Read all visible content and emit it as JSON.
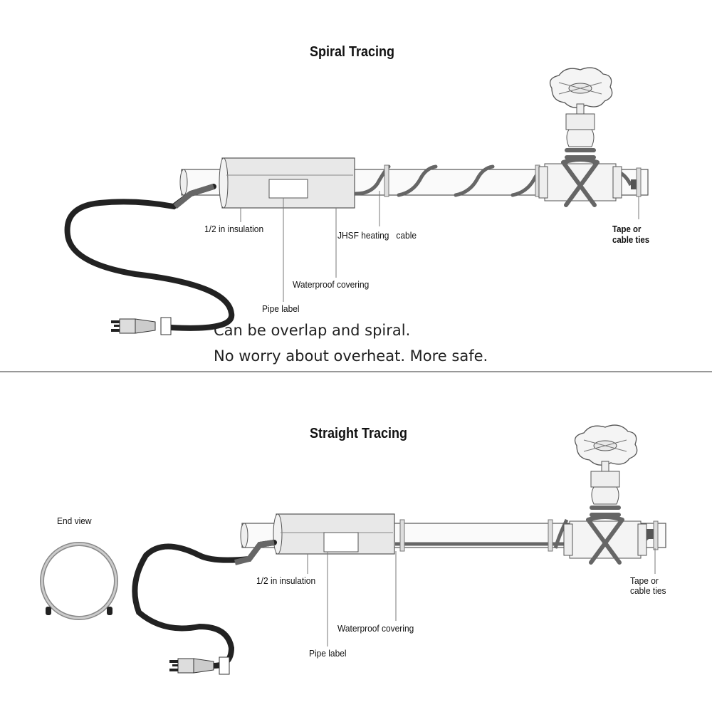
{
  "top": {
    "title": "Spiral Tracing",
    "labels": {
      "insulation": "1/2 in insulation",
      "heating_cable": "JHSF heating   cable",
      "tape": "Tape or",
      "tape2": "cable ties",
      "waterproof": "Waterproof covering",
      "pipe_label": "Pipe label"
    },
    "caption_line1": "Can be overlap and spiral.",
    "caption_line2": "No worry about overheat. More safe."
  },
  "bottom": {
    "title": "Straight Tracing",
    "end_view": "End view",
    "labels": {
      "insulation": "1/2 in insulation",
      "tape": "Tape or",
      "tape2": "cable ties",
      "waterproof": "Waterproof covering",
      "pipe_label": "Pipe label"
    }
  },
  "colors": {
    "cable": "#6a6a6a",
    "cord": "#222222",
    "insulation": "#e6e6e6",
    "divider": "#777777"
  }
}
